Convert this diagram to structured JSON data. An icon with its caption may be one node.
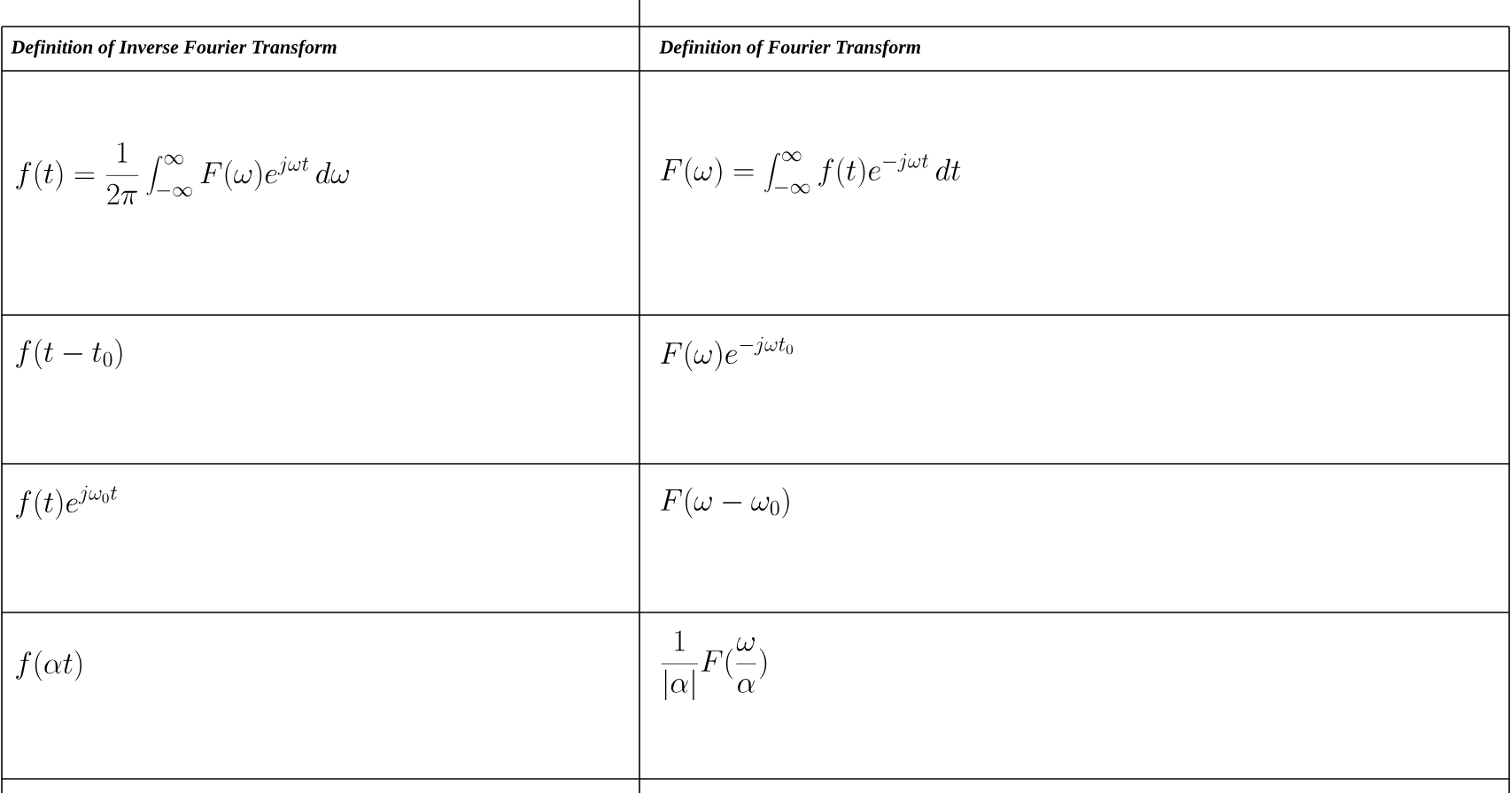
{
  "diagram": {
    "labels": [
      "Definition of Inverse Fourier Transform",
      "Definition of Fourier Transform",
      "f(t)=\\frac{1}{2\\pi}\\int_{-\\infty}^{\\infty}F(\\omega)e^{j\\omega t}\\,d\\omega",
      "F(\\omega)=\\int_{-\\infty}^{\\infty}f(t)e^{-j\\omega t}\\,dt",
      "f(t-t_{0})",
      "F(\\omega)e^{-j\\omega t_{0}}",
      "f(t)e^{j\\omega_{0}t}",
      "F(\\omega-\\omega_{0})",
      "f(\\alpha t)",
      "\\frac{1}{|\\alpha|}F(\\frac{\\omega}{\\alpha})"
    ]
  }
}
